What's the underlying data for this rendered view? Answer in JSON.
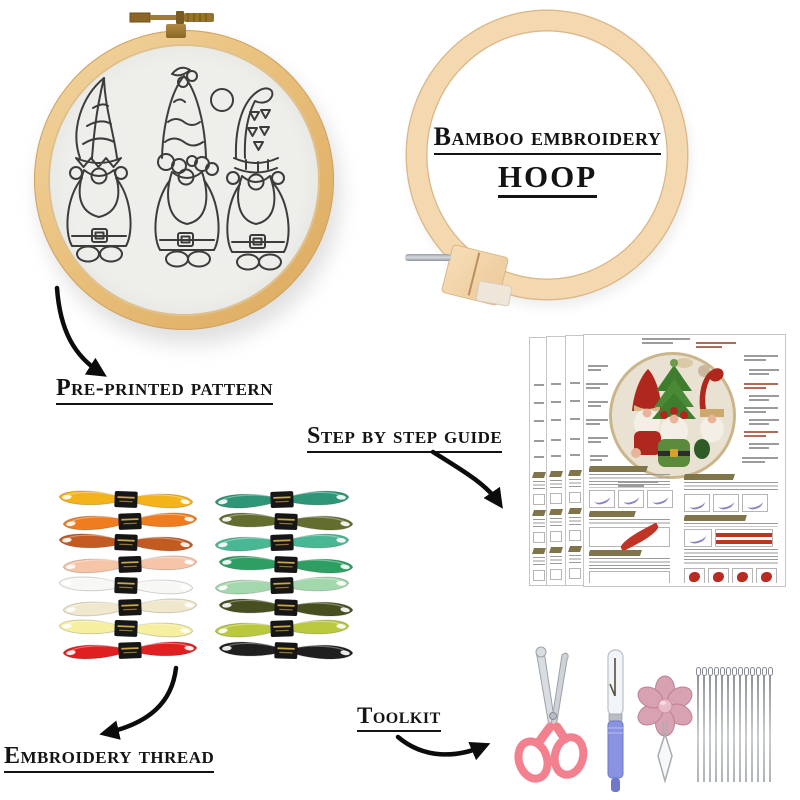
{
  "pattern_hoop": {
    "label": "Pre-printed pattern",
    "gnome_count": 3,
    "wood_color": "#e9c07c",
    "fabric_color": "#eeeeea"
  },
  "bamboo_hoop": {
    "label_line1": "Bamboo embroidery",
    "label_line2": "HOOP",
    "wood_color": "#f3d8b0"
  },
  "guide": {
    "label": "Step by step guide",
    "sheet_count": 4
  },
  "thread": {
    "label": "Embroidery thread",
    "skein_count": 16,
    "left_column_colors": [
      "#f5b31a",
      "#ef7d20",
      "#c25a21",
      "#f6c5a7",
      "#f7f7f5",
      "#efe8cd",
      "#f5ef9f",
      "#df1f20"
    ],
    "right_column_colors": [
      "#2e9577",
      "#636d2e",
      "#49b694",
      "#2f9e63",
      "#a3d8ad",
      "#474f20",
      "#bac83e",
      "#1f1f1f"
    ]
  },
  "toolkit": {
    "label": "Toolkit",
    "needle_count": 13,
    "tools": [
      "scissors",
      "seam-ripper",
      "flower-needle-threader",
      "hand-needles"
    ],
    "scissors_handle_color": "#f2808e",
    "seam_ripper_handle_color": "#8a92e2",
    "threader_flower_color": "#d9a2b2"
  }
}
